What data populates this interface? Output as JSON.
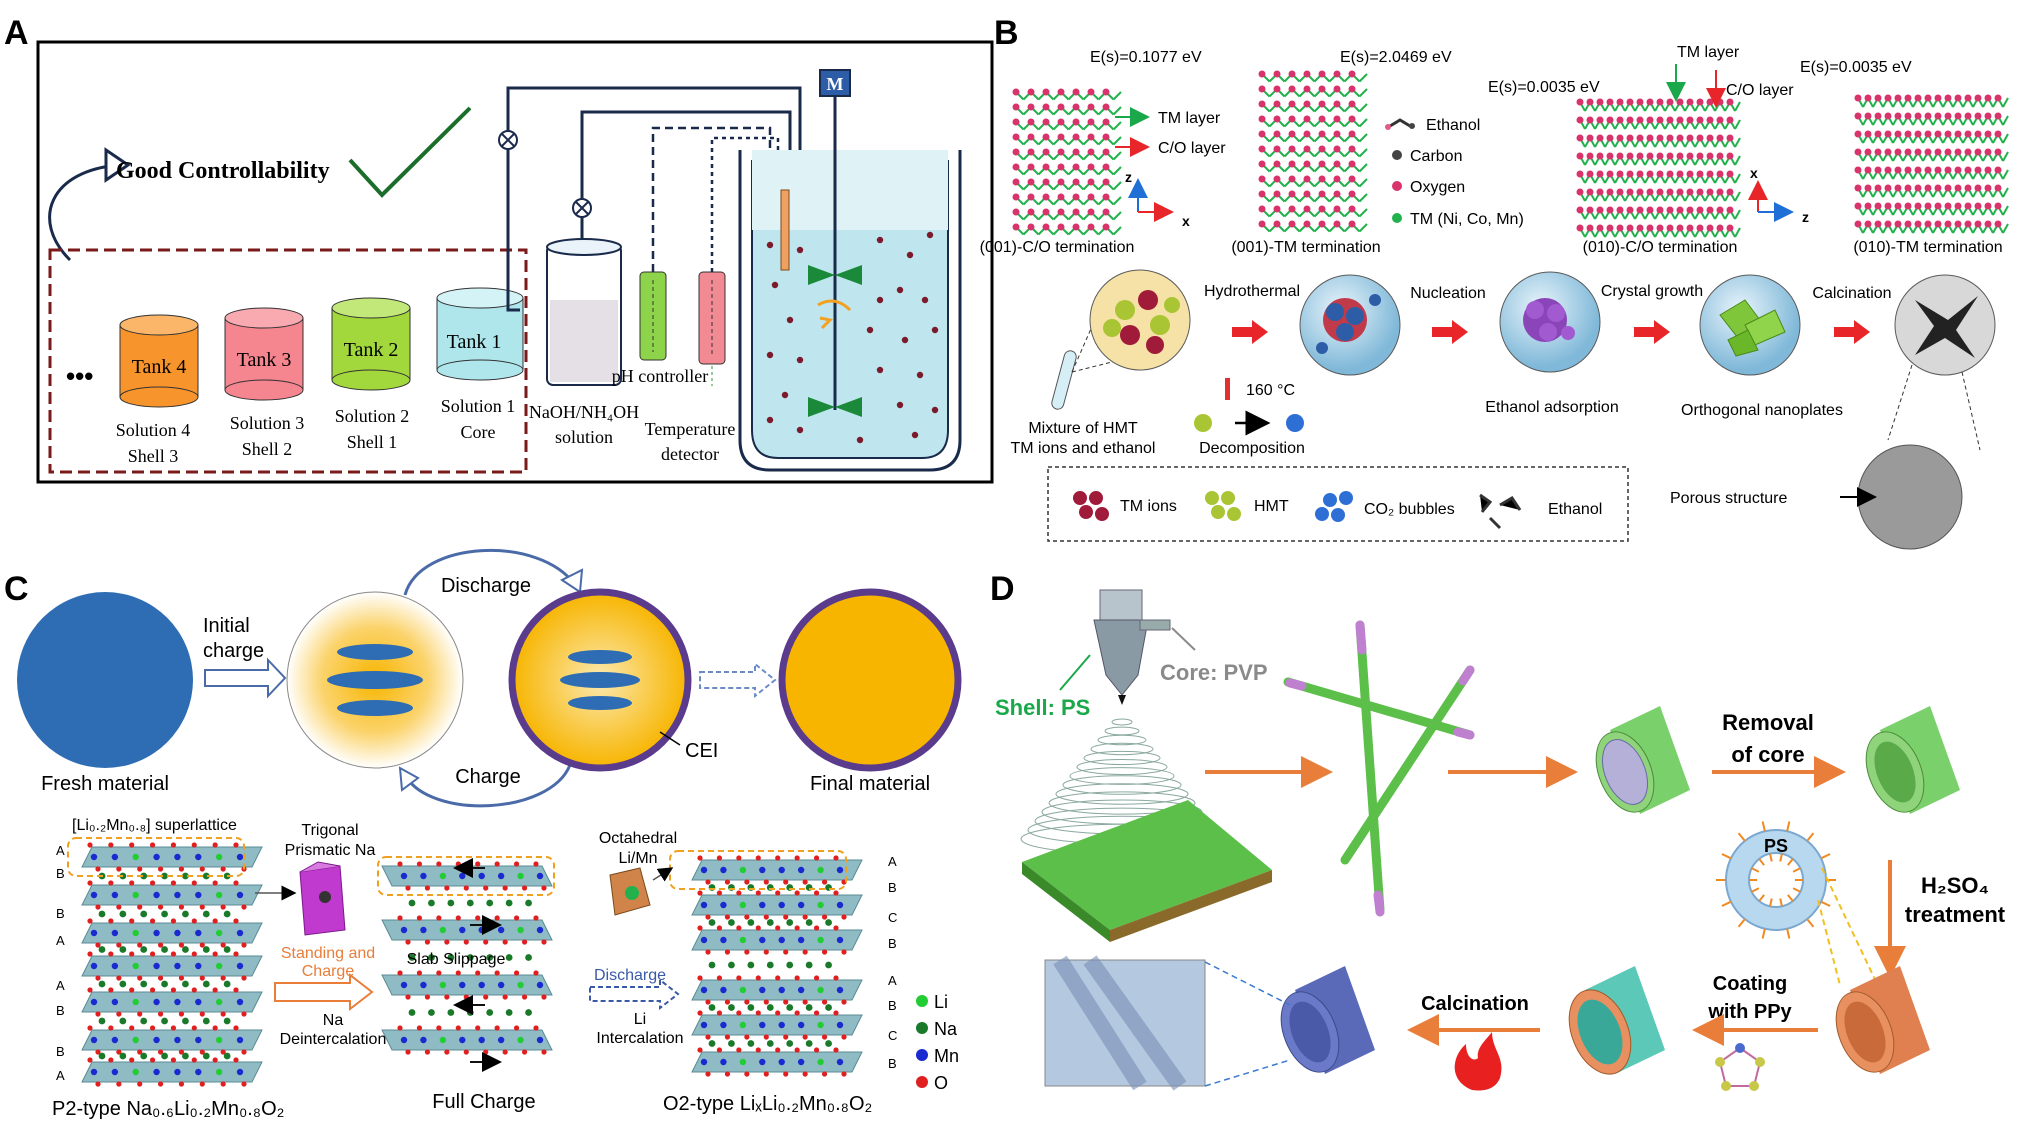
{
  "panelA": {
    "letter": "A",
    "good_controllability": "Good Controllability",
    "ellipsis": "•••",
    "tanks": [
      "Tank 4",
      "Tank 3",
      "Tank 2",
      "Tank 1"
    ],
    "solutions": [
      [
        "Solution 4",
        "Shell 3"
      ],
      [
        "Solution 3",
        "Shell 2"
      ],
      [
        "Solution 2",
        "Shell 1"
      ],
      [
        "Solution 1",
        "Core"
      ]
    ],
    "naoh": [
      "NaOH/NH₄OH",
      "solution"
    ],
    "ph": "pH controller",
    "temperature": [
      "Temperature",
      "detector"
    ],
    "motor": "M"
  },
  "panelB": {
    "letter": "B",
    "energies": [
      "E(s)=0.1077 eV",
      "E(s)=2.0469 eV",
      "E(s)=0.0035 eV",
      "E(s)=0.0035 eV"
    ],
    "tm_layer": "TM layer",
    "co_layer": "C/O layer",
    "tm_layer2": "TM layer",
    "co_layer2": "C/O layer",
    "legend": [
      "Ethanol",
      "Carbon",
      "Oxygen",
      "TM (Ni, Co, Mn)"
    ],
    "axes1": [
      "z",
      "x"
    ],
    "axes2": [
      "x",
      "z"
    ],
    "terminations": [
      "(001)-C/O termination",
      "(001)-TM termination",
      "(010)-C/O termination",
      "(010)-TM termination"
    ],
    "steps": [
      "Hydrothermal",
      "Nucleation",
      "Crystal growth",
      "Calcination"
    ],
    "temp": "160 °C",
    "mixture": [
      "Mixture of HMT",
      "TM ions and ethanol"
    ],
    "decomposition": "Decomposition",
    "ethanol_adsorption": "Ethanol adsorption",
    "orthogonal": "Orthogonal nanoplates",
    "porous": "Porous structure",
    "box_legend": [
      "TM ions",
      "HMT",
      "CO₂ bubbles",
      "Ethanol"
    ]
  },
  "panelC": {
    "letter": "C",
    "fresh": "Fresh material",
    "initial_charge": [
      "Initial",
      "charge"
    ],
    "discharge": "Discharge",
    "charge": "Charge",
    "cei": "CEI",
    "final": "Final material",
    "superlattice": "[Li₀.₂Mn₀.₈] superlattice",
    "trigonal": [
      "Trigonal",
      "Prismatic Na"
    ],
    "octahedral": [
      "Octahedral",
      "Li/Mn"
    ],
    "standing": [
      "Standing and",
      "Charge"
    ],
    "na_deint": [
      "Na",
      "Deintercalation"
    ],
    "slab": "Slab Slippage",
    "discharge2": "Discharge",
    "li_int": [
      "Li",
      "Intercalation"
    ],
    "left_stack_letters": [
      "A",
      "B",
      "B",
      "A",
      "A",
      "B",
      "B",
      "A"
    ],
    "right_stack_letters": [
      "A",
      "B",
      "C",
      "B",
      "A",
      "B",
      "C",
      "B"
    ],
    "legend": [
      "Li",
      "Na",
      "Mn",
      "O"
    ],
    "p2": "P2-type  Na₀.₆Li₀.₂Mn₀.₈O₂",
    "full_charge": "Full Charge",
    "o2": "O2-type  LiₓLi₀.₂Mn₀.₈O₂"
  },
  "panelD": {
    "letter": "D",
    "shell": "Shell: PS",
    "core": "Core: PVP",
    "removal": [
      "Removal",
      "of core"
    ],
    "ps": "PS",
    "h2so4": [
      "H₂SO₄",
      "treatment"
    ],
    "coating": [
      "Coating",
      "with PPy"
    ],
    "calcination": "Calcination"
  },
  "colors": {
    "orange_arrow": "#e87e3a",
    "red_arrow": "#e8262a",
    "blue_circle": "#2e6db3",
    "gold": "#f7b500",
    "purple_ring": "#5a3b8c",
    "green_text": "#1aa84b",
    "gray_text": "#8a8a8a",
    "dark_red_dash": "#8b1a1a"
  }
}
